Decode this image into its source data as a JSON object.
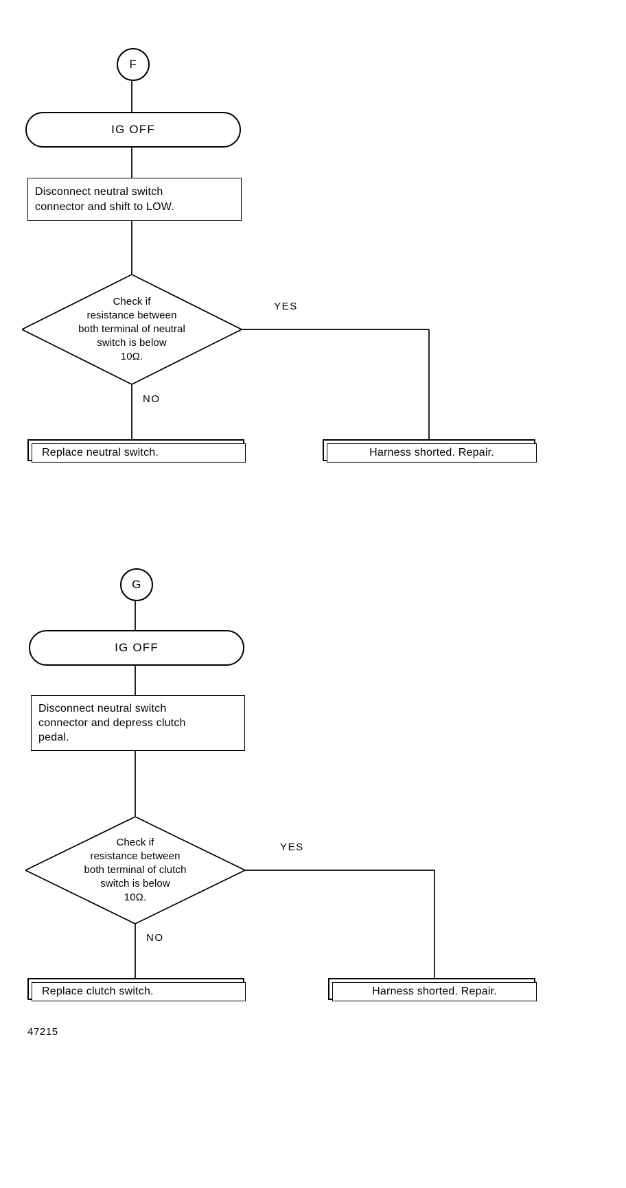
{
  "figure": {
    "number": "47215",
    "type": "flowchart",
    "description": "Two troubleshooting flowcharts for neutral switch and clutch switch circuit diagnosis"
  },
  "charts": [
    {
      "id": "F",
      "connector_label": "F",
      "terminator": "IG OFF",
      "process": "Disconnect neutral switch connector and shift to LOW.",
      "process_lines": [
        "Disconnect neutral switch",
        "connector and shift to LOW."
      ],
      "decision_lines": [
        "Check if",
        "resistance between",
        "both terminal of neutral",
        "switch is below",
        "10Ω."
      ],
      "branch_yes": "YES",
      "branch_no": "NO",
      "result_no": "Replace neutral switch.",
      "result_yes": "Harness shorted.  Repair."
    },
    {
      "id": "G",
      "connector_label": "G",
      "terminator": "IG OFF",
      "process": "Disconnect neutral switch connector and depress clutch pedal.",
      "process_lines": [
        "Disconnect neutral switch",
        "connector and depress clutch",
        "pedal."
      ],
      "decision_lines": [
        "Check if",
        "resistance between",
        "both terminal of clutch",
        "switch is below",
        "10Ω."
      ],
      "branch_yes": "YES",
      "branch_no": "NO",
      "result_no": "Replace clutch switch.",
      "result_yes": "Harness shorted.  Repair."
    }
  ],
  "colors": {
    "stroke": "#000000",
    "background": "#ffffff"
  }
}
